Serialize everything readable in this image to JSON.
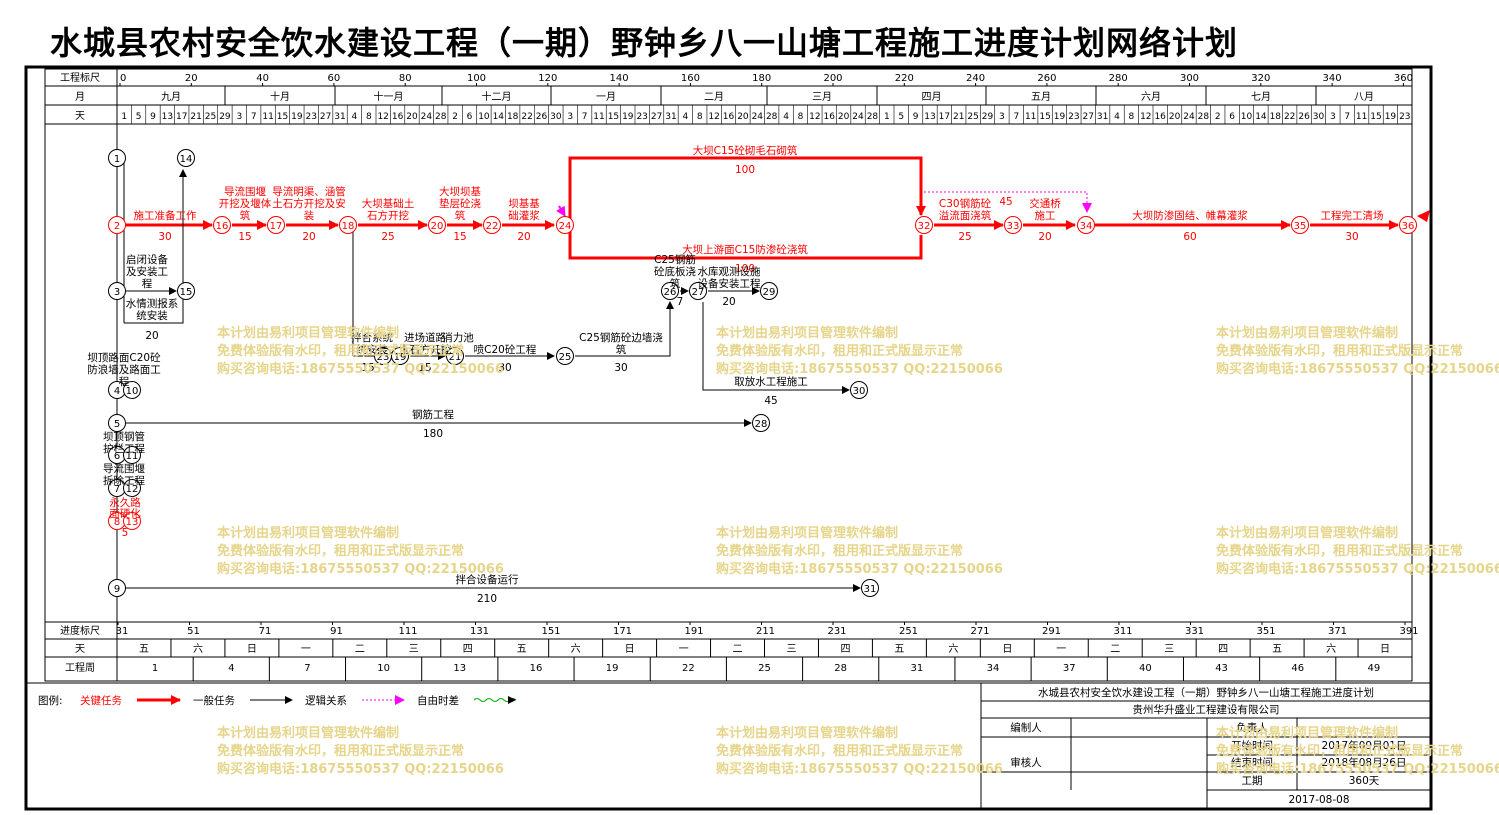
{
  "title": "水城县农村安全饮水建设工程（一期）野钟乡八一山塘工程施工进度计划网络计划",
  "top_scale": {
    "label": "工程标尺",
    "ticks": [
      "0",
      "20",
      "40",
      "60",
      "80",
      "100",
      "120",
      "140",
      "160",
      "180",
      "200",
      "220",
      "240",
      "260",
      "280",
      "300",
      "320",
      "340",
      "360"
    ]
  },
  "month_row": {
    "label": "月",
    "months": [
      "九月",
      "十月",
      "十一月",
      "十二月",
      "一月",
      "二月",
      "三月",
      "四月",
      "五月",
      "六月",
      "七月",
      "八月"
    ]
  },
  "day_row": {
    "label": "天",
    "days": [
      "1",
      "5",
      "9",
      "13",
      "17",
      "21",
      "25",
      "29",
      "3",
      "7",
      "11",
      "15",
      "19",
      "23",
      "27",
      "31",
      "4",
      "8",
      "12",
      "16",
      "20",
      "24",
      "28",
      "2",
      "6",
      "10",
      "14",
      "18",
      "22",
      "26",
      "30",
      "3",
      "7",
      "11",
      "15",
      "19",
      "23",
      "27",
      "31",
      "4",
      "8",
      "12",
      "16",
      "20",
      "24",
      "28",
      "4",
      "8",
      "12",
      "16",
      "20",
      "24",
      "28",
      "1",
      "5",
      "9",
      "13",
      "17",
      "21",
      "25",
      "29",
      "3",
      "7",
      "11",
      "15",
      "19",
      "23",
      "27",
      "31",
      "4",
      "8",
      "12",
      "16",
      "20",
      "24",
      "28",
      "2",
      "6",
      "10",
      "14",
      "18",
      "22",
      "26",
      "30",
      "3",
      "7",
      "11",
      "15",
      "19",
      "23"
    ]
  },
  "bottom_scale": {
    "label": "进度标尺",
    "ticks": [
      "31",
      "51",
      "71",
      "91",
      "111",
      "131",
      "151",
      "171",
      "191",
      "211",
      "231",
      "251",
      "271",
      "291",
      "311",
      "331",
      "351",
      "371",
      "391"
    ]
  },
  "weekday_row": {
    "label": "天",
    "cells": [
      "五",
      "六",
      "日",
      "一",
      "二",
      "三",
      "四",
      "五",
      "六",
      "日",
      "一",
      "二",
      "三",
      "四",
      "五",
      "六",
      "日",
      "一",
      "二",
      "三",
      "四",
      "五",
      "六",
      "日"
    ]
  },
  "week_row": {
    "label": "工程周",
    "cells": [
      "1",
      "4",
      "7",
      "10",
      "13",
      "16",
      "19",
      "22",
      "25",
      "28",
      "31",
      "34",
      "37",
      "40",
      "43",
      "46",
      "49"
    ]
  },
  "nodes": [
    "1",
    "2",
    "3",
    "4",
    "5",
    "6",
    "7",
    "8",
    "9",
    "10",
    "11",
    "12",
    "13",
    "14",
    "15",
    "16",
    "17",
    "18",
    "19",
    "20",
    "21",
    "22",
    "23",
    "24",
    "25",
    "26",
    "27",
    "28",
    "29",
    "30",
    "31",
    "32",
    "33",
    "34",
    "35",
    "36"
  ],
  "critical_tasks": [
    {
      "name": "施工准备工作",
      "duration": "30"
    },
    {
      "name": "导流围堰开挖及堰体",
      "duration": "15"
    },
    {
      "name": "导流明渠、涵管土石方开挖及安装",
      "duration": "20"
    },
    {
      "name": "大坝基础土石方开挖",
      "duration": "25"
    },
    {
      "name": "大坝坝基垫层砼浇筑",
      "duration": "15"
    },
    {
      "name": "坝基基础灌浆",
      "duration": "20"
    },
    {
      "name": "大坝C15砼砌毛石砌筑",
      "duration": "100"
    },
    {
      "name": "大坝上游面C15防渗砼浇筑",
      "duration": "100"
    },
    {
      "name": "C30钢筋砼溢流面浇筑",
      "duration": "25"
    },
    {
      "name": "交通桥施工",
      "duration": "20"
    },
    {
      "name": "大坝防渗固结、帷幕灌浆",
      "duration": "60"
    },
    {
      "name": "工程完工清场",
      "duration": "30"
    }
  ],
  "normal_tasks": [
    {
      "name": "启闭设备及安装工程",
      "duration": ""
    },
    {
      "name": "水情测报系统安装",
      "duration": "20"
    },
    {
      "name": "坝顶路面C20砼防浪墙及路面工程",
      "duration": ""
    },
    {
      "name": "钢筋工程",
      "duration": "180"
    },
    {
      "name": "坝顶钢管护栏工程",
      "duration": ""
    },
    {
      "name": "导流围堰拆除工程",
      "duration": ""
    },
    {
      "name": "永久路面硬化",
      "duration": "5"
    },
    {
      "name": "拌合设备运行",
      "duration": "210"
    },
    {
      "name": "拌合系统安装",
      "duration": "15"
    },
    {
      "name": "进场道路土石方开挖",
      "duration": "15"
    },
    {
      "name": "消力池",
      "duration": ""
    },
    {
      "name": "喷C20砼工程",
      "duration": "30"
    },
    {
      "name": "C25钢筋砼边墙浇筑",
      "duration": "30"
    },
    {
      "name": "C25钢筋砼底板浇筑",
      "duration": "7"
    },
    {
      "name": "水库观测设施设备安装工程",
      "duration": "20"
    },
    {
      "name": "取放水工程施工",
      "duration": "45"
    },
    {
      "name": "45",
      "duration": ""
    }
  ],
  "legend": {
    "label": "图例:",
    "items": [
      "关键任务",
      "一般任务",
      "逻辑关系",
      "自由时差"
    ]
  },
  "titleblock": {
    "project": "水城县农村安全饮水建设工程（一期）野钟乡八一山塘工程施工进度计划",
    "company": "贵州华升盛业工程建设有限公司",
    "compiler_label": "编制人",
    "reviewer_label": "审核人",
    "manager_label": "负责人",
    "start_label": "开始时间",
    "start_value": "2017年09月01日",
    "end_label": "结束时间",
    "end_value": "2018年08月26日",
    "period_label": "工期",
    "period_value": "360天",
    "date": "2017-08-08"
  },
  "watermark": [
    "本计划由易利项目管理软件编制",
    "免费体验版有水印，租用和正式版显示正常",
    "购买咨询电话:18675550537 QQ:22150066"
  ],
  "colors": {
    "critical": "#ff0000",
    "normal": "#000000",
    "float": "#ff00ff",
    "watermark": "#e6d58a"
  }
}
